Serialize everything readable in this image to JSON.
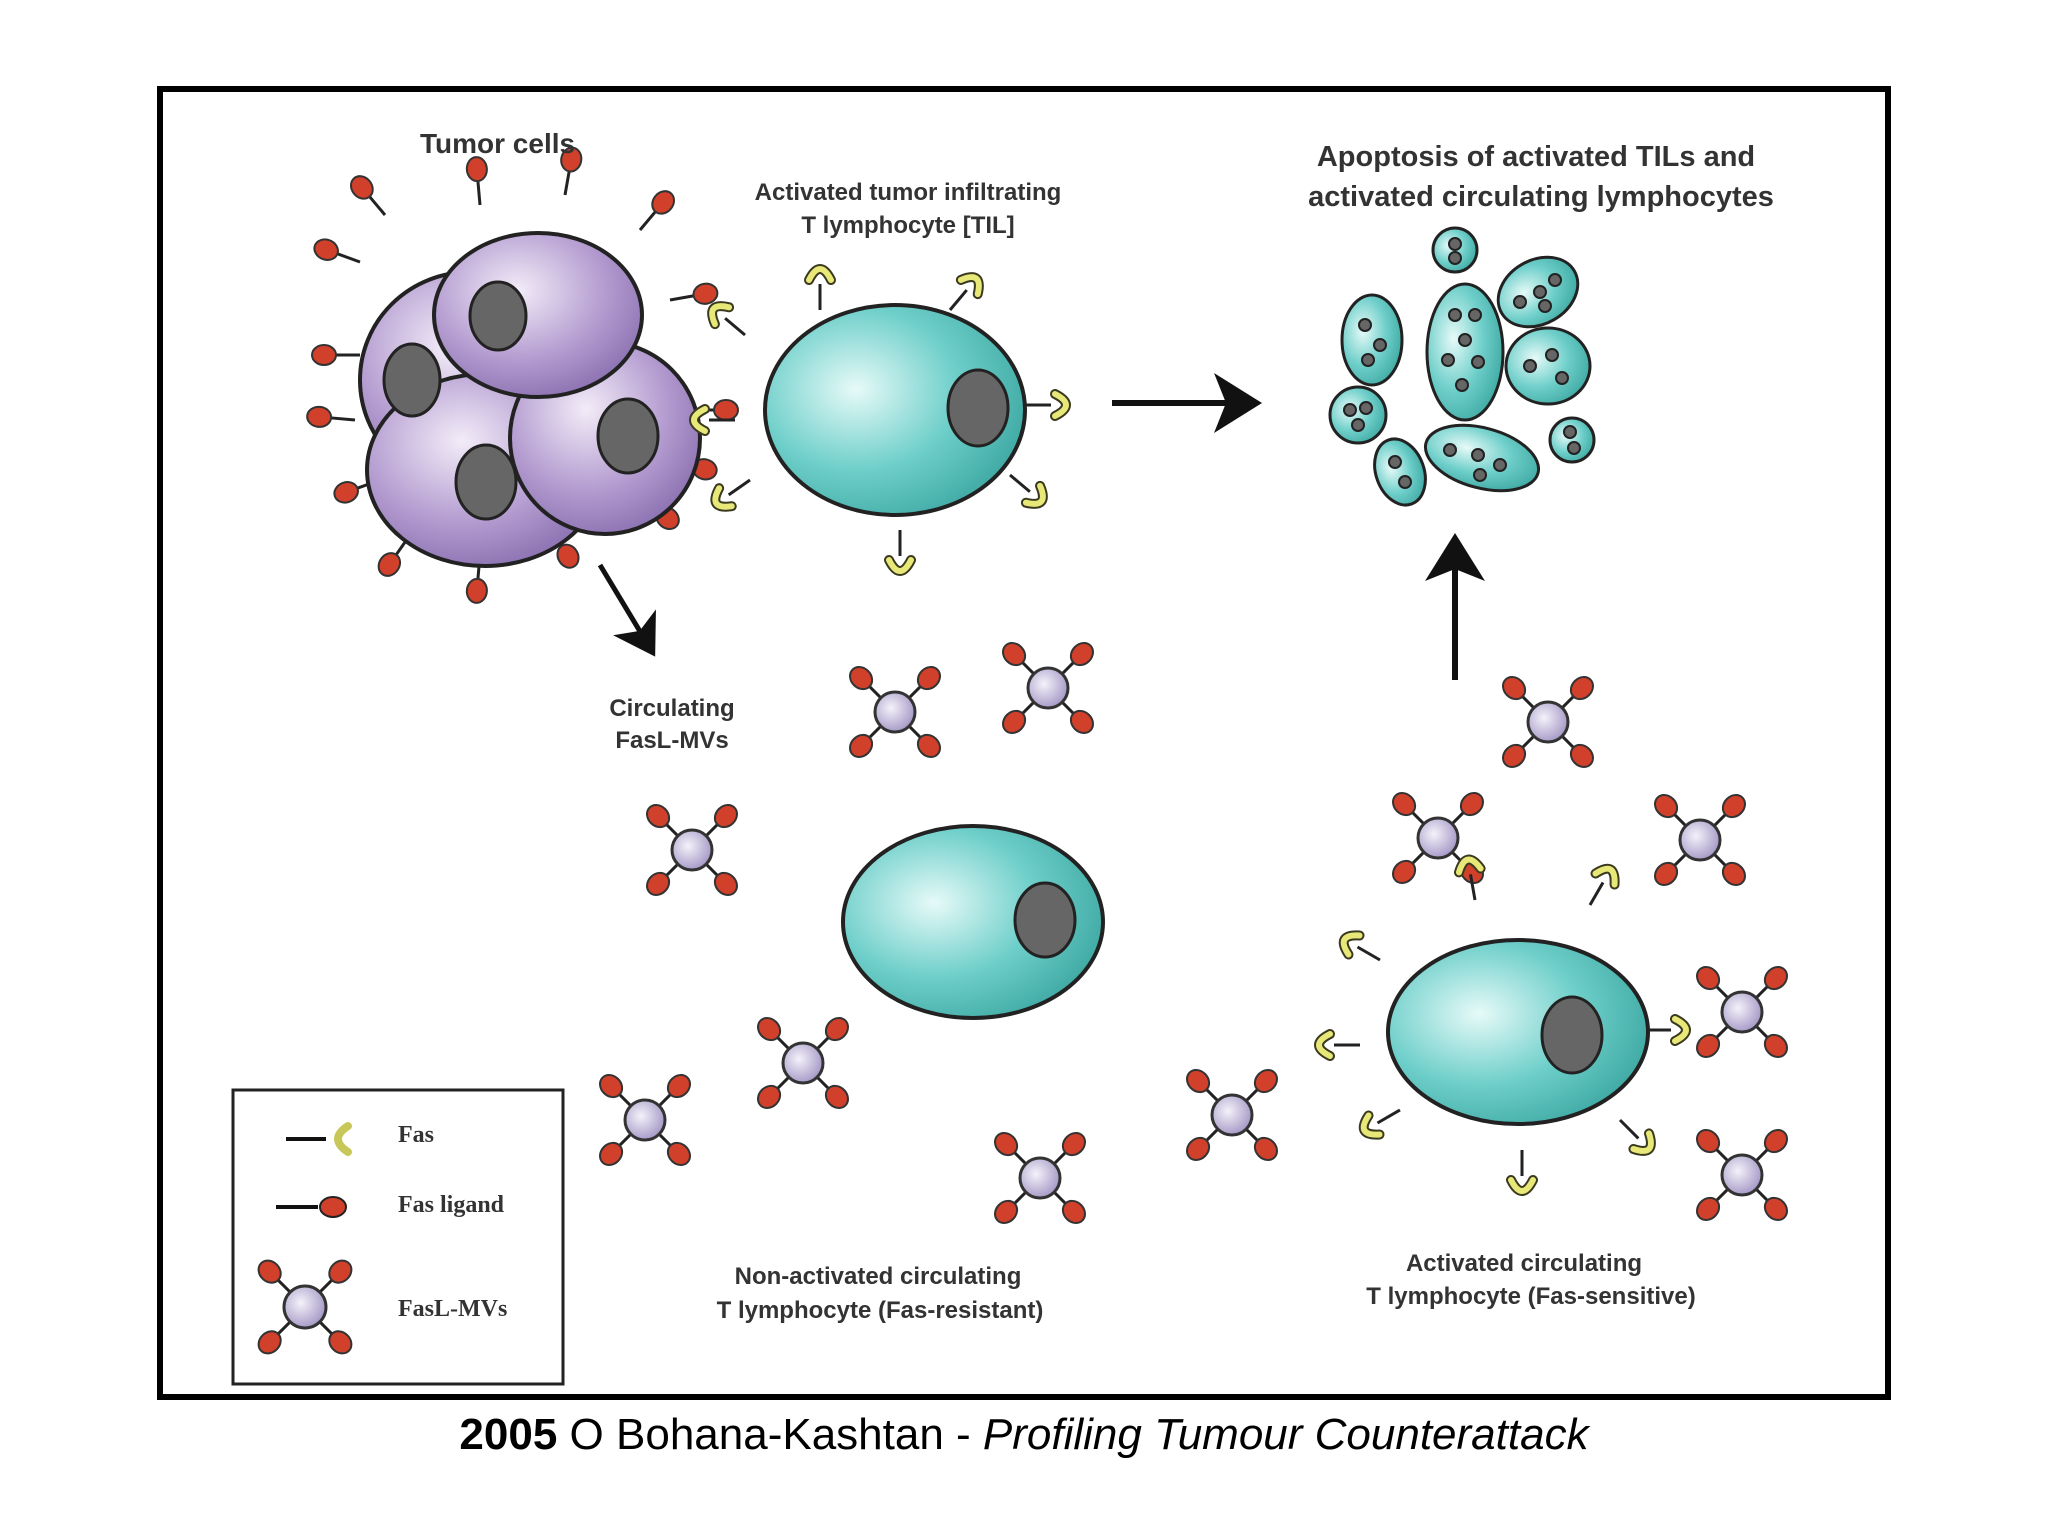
{
  "labels": {
    "tumor_cells": "Tumor cells",
    "til_line1": "Activated tumor infiltrating",
    "til_line2": "T lymphocyte [TIL]",
    "apoptosis_line1": "Apoptosis of activated TILs and",
    "apoptosis_line2": "activated circulating lymphocytes",
    "circulating_line1": "Circulating",
    "circulating_line2": "FasL-MVs",
    "nonactivated_line1": "Non-activated circulating",
    "nonactivated_line2": "T lymphocyte (Fas-resistant)",
    "activated_line1": "Activated circulating",
    "activated_line2": "T lymphocyte (Fas-sensitive)"
  },
  "legend": {
    "fas": "Fas",
    "fas_ligand": "Fas ligand",
    "fasl_mvs": "FasL-MVs"
  },
  "caption": {
    "year": "2005",
    "author": "O Bohana-Kashtan - ",
    "title": "Profiling Tumour Counterattack"
  },
  "colors": {
    "tumor": "#b49cd0",
    "lymphocyte": "#6fcfca",
    "nucleus": "#666666",
    "fas_ligand": "#d0402a",
    "fas": "#e8e878",
    "vesicle": "#c8c0dc"
  }
}
